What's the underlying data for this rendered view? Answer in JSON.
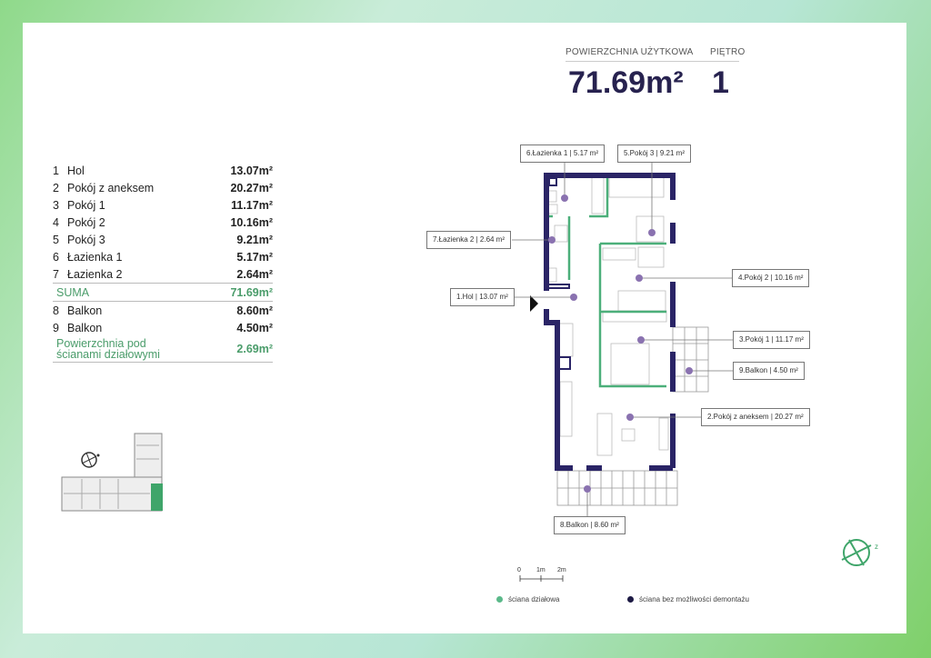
{
  "header": {
    "area_label": "POWIERZCHNIA UŻYTKOWA",
    "area_value": "71.69m²",
    "floor_label": "PIĘTRO",
    "floor_value": "1"
  },
  "rooms": [
    {
      "no": "1",
      "name": "Hol",
      "area": "13.07m²"
    },
    {
      "no": "2",
      "name": "Pokój z aneksem",
      "area": "20.27m²"
    },
    {
      "no": "3",
      "name": "Pokój 1",
      "area": "11.17m²"
    },
    {
      "no": "4",
      "name": "Pokój 2",
      "area": "10.16m²"
    },
    {
      "no": "5",
      "name": "Pokój 3",
      "area": "9.21m²"
    },
    {
      "no": "6",
      "name": "Łazienka 1",
      "area": "5.17m²"
    },
    {
      "no": "7",
      "name": "Łazienka 2",
      "area": "2.64m²"
    }
  ],
  "sum": {
    "label": "SUMA",
    "area": "71.69m²"
  },
  "balconies": [
    {
      "no": "8",
      "name": "Balkon",
      "area": "8.60m²"
    },
    {
      "no": "9",
      "name": "Balkon",
      "area": "4.50m²"
    }
  ],
  "partition": {
    "label": "Powierzchnia pod ścianami działowymi",
    "area": "2.69m²"
  },
  "plan_labels": {
    "l6": "6.Łazienka 1 |   5.17 m²",
    "l5": "5.Pokój 3 |   9.21 m²",
    "l7": "7.Łazienka 2 |   2.64 m²",
    "l1": "1.Hol |  13.07 m²",
    "l4": "4.Pokój 2 |  10.16 m²",
    "l3": "3.Pokój 1 |  11.17 m²",
    "l9": "9.Balkon |     4.50 m²",
    "l2": "2.Pokój z aneksem  |  20.27 m²",
    "l8": "8.Balkon |    8.60 m²"
  },
  "scale": {
    "t0": "0",
    "t1": "1m",
    "t2": "2m"
  },
  "legend": {
    "partition": "ściana działowa",
    "structural": "ściana bez możliwości demontażu"
  },
  "colors": {
    "wall": "#2a2466",
    "partition": "#4caf7a",
    "dot": "#8a72b0"
  }
}
